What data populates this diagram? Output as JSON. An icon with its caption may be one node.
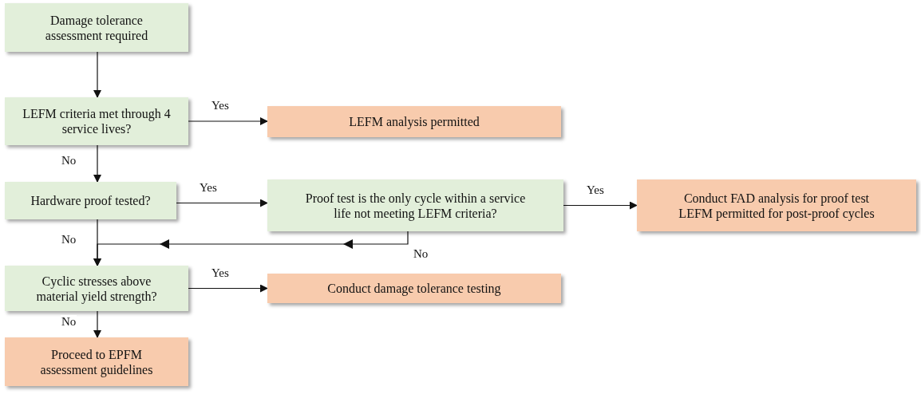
{
  "diagram": {
    "nodes": [
      {
        "text": [
          "Damage tolerance assessment required"
        ]
      },
      {
        "text": [
          "LEFM criteria met through 4 service lives?"
        ]
      },
      {
        "text": [
          "LEFM analysis permitted"
        ]
      },
      {
        "text": [
          "Hardware proof tested?"
        ]
      },
      {
        "text": [
          "Proof test is the only cycle within a service life not meeting LEFM criteria?"
        ]
      },
      {
        "text": [
          "Conduct FAD analysis for proof test",
          "LEFM permitted for post-proof cycles"
        ]
      },
      {
        "text": [
          "Cyclic stresses above material yield strength?"
        ]
      },
      {
        "text": [
          "Conduct damage tolerance testing"
        ]
      },
      {
        "text": [
          "Proceed to EPFM assessment guidelines"
        ]
      }
    ],
    "edges": [
      {
        "from": 0,
        "to": 1,
        "arrow": "to"
      },
      {
        "from": 1,
        "to": 2,
        "arrow": "to",
        "label": "Yes"
      },
      {
        "from": 1,
        "to": 3,
        "arrow": "to",
        "label": "No"
      },
      {
        "from": 3,
        "to": 4,
        "arrow": "to",
        "label": "Yes"
      },
      {
        "from": 4,
        "to": 5,
        "arrow": "to",
        "label": "Yes"
      },
      {
        "from": 3,
        "to": 6,
        "arrow": "to",
        "label": "No"
      },
      {
        "from": 4,
        "to": 6,
        "arrow": "to",
        "label": "No"
      },
      {
        "from": 6,
        "to": 7,
        "arrow": "to",
        "label": "Yes"
      },
      {
        "from": 6,
        "to": 8,
        "arrow": "to",
        "label": "No"
      }
    ]
  }
}
